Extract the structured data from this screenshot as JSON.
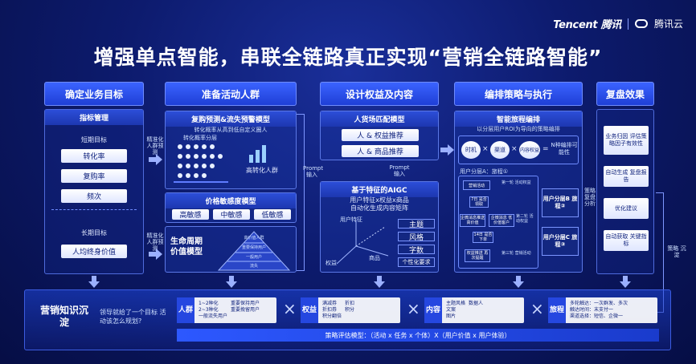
{
  "brand": {
    "tencent": "Tencent 腾讯",
    "cloud": "腾讯云"
  },
  "title": "增强单点智能，串联全链路真正实现“营销全链路智能”",
  "columns": {
    "col1": {
      "head": "确定业务目标",
      "panel_head": "指标管理",
      "short_label": "短期目标",
      "short_items": [
        "转化率",
        "复购率",
        "频次"
      ],
      "long_label": "长期目标",
      "long_items": [
        "人均终身价值"
      ]
    },
    "col2": {
      "head": "准备活动人群",
      "model1_head": "复购预测&流失预警模型",
      "model1_sub": "转化概率从高到低自定义圈人",
      "model1_sub2": "转化概率分层",
      "model1_result": "高转化人群",
      "model2_head": "价格敏感度模型",
      "sensitivity": [
        "高敏感",
        "中敏感",
        "低敏感"
      ],
      "model3_title": "生命周期价值模型",
      "pyramid": [
        "高价值人群",
        "重要保持用户",
        "一般用户",
        "流失"
      ],
      "side_label1": "精准化人群预测",
      "side_label2": "精准化人群预测"
    },
    "col3": {
      "head": "设计权益及内容",
      "panel_head": "人货场匹配模型",
      "rec_items": [
        "人 & 权益推荐",
        "人 & 商品推荐"
      ],
      "prompt_left": "Prompt 输入",
      "prompt_right": "Prompt 输入",
      "aigc_head": "基于特征的AIGC",
      "aigc_sub1": "用户特征x权益x商品",
      "aigc_sub2": "自动化生成内容矩阵",
      "axis_user": "用户特征",
      "axis_rights": "权益",
      "axis_goods": "商品",
      "aigc_tags": [
        "主题",
        "风格",
        "字数",
        "个性化要求"
      ]
    },
    "col4": {
      "head": "编排策略与执行",
      "panel_head": "智能旅程编排",
      "panel_sub": "以分层用户ROI为导向的策略编排",
      "factors": [
        "时机",
        "渠道",
        "内容权益"
      ],
      "factor_result": "N种编排可能性",
      "layer_a": "用户分层A：旅程①",
      "layer_b": "用户分层B 旅程②",
      "layer_c": "用户分层C 旅程③",
      "flow_nodes": [
        "营销活动",
        "第一轮 活动权益",
        "7日 是否领取",
        "企微消息推送 高价值",
        "企微消息 低价值客户",
        "第二轮 活动权益",
        "14日 是否下单",
        "权益推送 再次提醒",
        "第三轮 营销活动"
      ],
      "side_label": "策略 复盘 分析"
    },
    "col5": {
      "head": "复盘效果",
      "items": [
        "业务归因 评估策略因子有效性",
        "自动生成 复盘报告",
        "优化建议",
        "自动获取 关键指标"
      ],
      "side_label": "策略 沉淀"
    }
  },
  "bottom": {
    "knowledge_label": "营销知识沉淀",
    "question": "领导就给了一个目标 活动该怎么规划?",
    "tiles": [
      {
        "label": "人群",
        "items": [
          "1~2种化",
          "重要保持用户",
          "2~3种化",
          "重要挽留用户",
          "一般流失用户",
          ""
        ]
      },
      {
        "label": "权益",
        "items": [
          "满减券",
          "折扣",
          "折扣券",
          "积分",
          "积分翻倍",
          ""
        ]
      },
      {
        "label": "内容",
        "items": [
          "主题风格",
          "数据人",
          "文案",
          "",
          "图片",
          ""
        ]
      },
      {
        "label": "旅程",
        "items": [
          "多轮触达：一次群发、多次",
          "触达时间：末支付一",
          "渠道选择：短信、企微一",
          "",
          "",
          ""
        ]
      }
    ],
    "formula": "策略评估模型：（活动 x 任务 x 个体）X（用户价值 x 用户体验）"
  },
  "colors": {
    "accent": "#2d58ff",
    "panel": "#1d37b0",
    "text": "#ffffff"
  }
}
